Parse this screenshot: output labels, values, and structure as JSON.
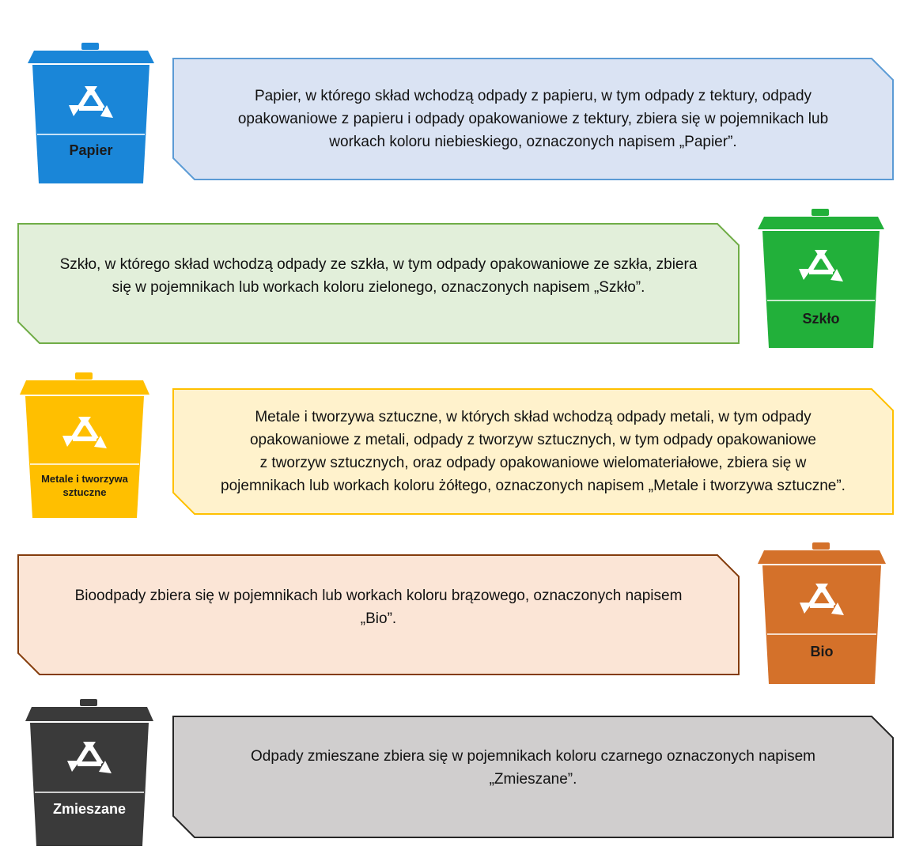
{
  "colors": {
    "blue": "#1a86d8",
    "green": "#22b03a",
    "yellow": "#ffbf00",
    "brown": "#d4712a",
    "black": "#3a3a3a",
    "panel_blue_fill": "#dae3f3",
    "panel_blue_border": "#5b9bd5",
    "panel_green_fill": "#e2efda",
    "panel_green_border": "#70ad47",
    "panel_yellow_fill": "#fff2cc",
    "panel_yellow_border": "#ffc000",
    "panel_brown_fill": "#fbe5d6",
    "panel_brown_border": "#843c0c",
    "panel_gray_fill": "#d0cece",
    "panel_gray_border": "#262626"
  },
  "bins": [
    {
      "id": "papier",
      "label": "Papier",
      "color": "blue",
      "icon": "recycle-icon"
    },
    {
      "id": "szklo",
      "label": "Szkło",
      "color": "green",
      "icon": "recycle-icon"
    },
    {
      "id": "metale",
      "label": "Metale i tworzywa sztuczne",
      "color": "yellow",
      "icon": "recycle-icon"
    },
    {
      "id": "bio",
      "label": "Bio",
      "color": "brown",
      "icon": "recycle-icon"
    },
    {
      "id": "zmieszane",
      "label": "Zmieszane",
      "color": "black",
      "icon": "recycle-icon"
    }
  ],
  "panels": [
    {
      "id": "papier",
      "lines": [
        "Papier, w którego skład wchodzą odpady z papieru, w tym odpady z tektury, odpady",
        "opakowaniowe z papieru i odpady opakowaniowe z tektury, zbiera się w pojemnikach lub",
        "workach koloru niebieskiego, oznaczonych napisem „Papier”."
      ]
    },
    {
      "id": "szklo",
      "lines": [
        "Szkło, w którego skład wchodzą odpady ze szkła, w tym odpady opakowaniowe ze szkła, zbiera",
        "się w pojemnikach lub workach koloru zielonego, oznaczonych napisem „Szkło”."
      ]
    },
    {
      "id": "metale",
      "lines": [
        "Metale i tworzywa sztuczne, w których skład wchodzą odpady metali, w tym odpady",
        "opakowaniowe z metali, odpady z tworzyw sztucznych, w tym odpady opakowaniowe",
        "z tworzyw sztucznych, oraz odpady opakowaniowe wielomateriałowe, zbiera się w",
        "pojemnikach lub workach koloru żółtego, oznaczonych napisem „Metale i tworzywa sztuczne”."
      ]
    },
    {
      "id": "bio",
      "lines": [
        "Bioodpady zbiera się w pojemnikach lub workach koloru brązowego, oznaczonych napisem",
        "„Bio”."
      ]
    },
    {
      "id": "zmieszane",
      "lines": [
        "Odpady zmieszane zbiera się w pojemnikach koloru czarnego oznaczonych napisem",
        "„Zmieszane”."
      ]
    }
  ]
}
